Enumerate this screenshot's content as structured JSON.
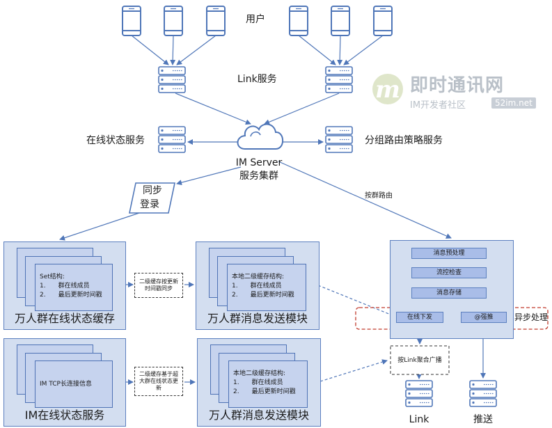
{
  "top": {
    "users_label": "用户",
    "link_service_label": "Link服务"
  },
  "cloud": {
    "line1": "IM Server",
    "line2": "服务集群"
  },
  "side_services": {
    "online_status": "在线状态服务",
    "group_routing": "分组路由策略服务"
  },
  "sync_login": {
    "line1": "同步",
    "line2": "登录"
  },
  "route_label": "按群路由",
  "online_cache_module": {
    "title": "万人群在线状态缓存",
    "card_title": "Set结构:",
    "items": [
      {
        "num": "1.",
        "text": "群在线成员"
      },
      {
        "num": "2.",
        "text": "最后更新时间戳"
      }
    ]
  },
  "note_top": "二级缓存按更新时间戳同步",
  "note_bottom": "二级缓存基于超大群在线状态更新",
  "send_module_top": {
    "title": "万人群消息发送模块",
    "card_title": "本地二级缓存结构:",
    "items": [
      {
        "num": "1.",
        "text": "群在线成员"
      },
      {
        "num": "2.",
        "text": "最后更新时间戳"
      }
    ]
  },
  "send_module_bottom": {
    "title": "万人群消息发送模块",
    "card_title": "本地二级缓存结构:",
    "items": [
      {
        "num": "1.",
        "text": "群在线成员"
      },
      {
        "num": "2.",
        "text": "最后更新时间戳"
      }
    ]
  },
  "im_status_module": {
    "title": "IM在线状态服务",
    "card_text": "IM TCP长连接信息"
  },
  "pipeline": {
    "steps": [
      "消息预处理",
      "流控检查",
      "消息存储"
    ],
    "online_down": "在线下发",
    "push": "@强推",
    "async_label": "异步处理"
  },
  "link_aggregate": "按Link聚合广播",
  "bottom": {
    "link_label": "Link",
    "push_label": "推送"
  },
  "watermark": {
    "logo_letter": "m",
    "title": "即时通讯网",
    "subtitle": "IM开发者社区",
    "url": "52im.net"
  },
  "colors": {
    "line": "#4f76b8",
    "panel": "#d3def0",
    "card": "#c6d3ee",
    "async_border": "#c0392b"
  }
}
